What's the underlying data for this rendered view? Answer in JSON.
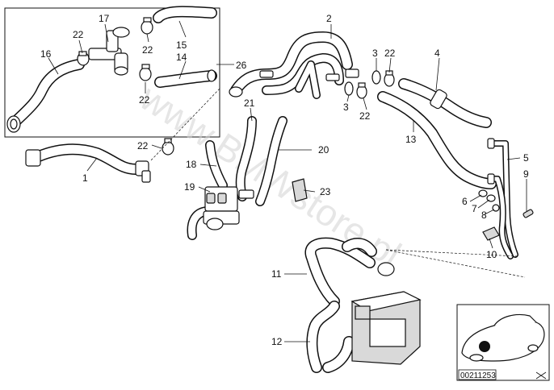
{
  "diagram": {
    "watermark": "www.BMWstore.pl",
    "reference_number": "00211253",
    "part_labels": [
      {
        "id": "16",
        "text": "16"
      },
      {
        "id": "17",
        "text": "17"
      },
      {
        "id": "22a",
        "text": "22"
      },
      {
        "id": "22b",
        "text": "22"
      },
      {
        "id": "15",
        "text": "15"
      },
      {
        "id": "14",
        "text": "14"
      },
      {
        "id": "26",
        "text": "26"
      },
      {
        "id": "22c",
        "text": "22"
      },
      {
        "id": "2",
        "text": "2"
      },
      {
        "id": "3a",
        "text": "3"
      },
      {
        "id": "22d",
        "text": "22"
      },
      {
        "id": "4",
        "text": "4"
      },
      {
        "id": "3b",
        "text": "3"
      },
      {
        "id": "22e",
        "text": "22"
      },
      {
        "id": "21",
        "text": "21"
      },
      {
        "id": "13",
        "text": "13"
      },
      {
        "id": "22f",
        "text": "22"
      },
      {
        "id": "20",
        "text": "20"
      },
      {
        "id": "18",
        "text": "18"
      },
      {
        "id": "1",
        "text": "1"
      },
      {
        "id": "5",
        "text": "5"
      },
      {
        "id": "9",
        "text": "9"
      },
      {
        "id": "19",
        "text": "19"
      },
      {
        "id": "23",
        "text": "23"
      },
      {
        "id": "6",
        "text": "6"
      },
      {
        "id": "7",
        "text": "7"
      },
      {
        "id": "8",
        "text": "8"
      },
      {
        "id": "10",
        "text": "10"
      },
      {
        "id": "11",
        "text": "11"
      },
      {
        "id": "12",
        "text": "12"
      }
    ]
  }
}
